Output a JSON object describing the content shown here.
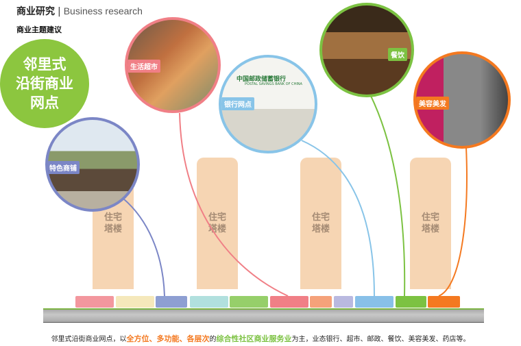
{
  "header": {
    "title": "商业研究",
    "separator": "|",
    "subtitle_en": "Business research",
    "section": "商业主题建议"
  },
  "main_label": [
    "邻里式",
    "沿街商业",
    "网点"
  ],
  "towers": [
    {
      "l1": "住宅",
      "l2": "塔楼"
    },
    {
      "l1": "住宅",
      "l2": "塔楼"
    },
    {
      "l1": "住宅",
      "l2": "塔楼"
    },
    {
      "l1": "住宅",
      "l2": "塔楼"
    }
  ],
  "circles": [
    {
      "label": "特色商铺",
      "color": "#7b86c6"
    },
    {
      "label": "生活超市",
      "color": "#f07f86"
    },
    {
      "label": "银行网点",
      "color": "#88c4e8"
    },
    {
      "label": "餐饮",
      "color": "#7cc242"
    },
    {
      "label": "美容美发",
      "color": "#f47920"
    }
  ],
  "bank_sign": "中国邮政储蓄银行",
  "bank_sign_en": "POSTAL SAVINGS BANK OF CHINA",
  "blocks": [
    "#f3979e",
    "#f5e8bb",
    "#8e9fd2",
    "#b1e0de",
    "#96cf6a",
    "#f07f86",
    "#f5a27a",
    "#b9b9e0",
    "#88c0e8",
    "#7cc242",
    "#f47920"
  ],
  "footer": {
    "p1": "邻里式沿街商业网点，以",
    "h1": "全方位、多功能、各层次",
    "p2": "的",
    "h2": "综合性社区商业服务业",
    "p3": "为主，业态银行、超市、邮政、餐饮、美容美发、药店等。"
  }
}
